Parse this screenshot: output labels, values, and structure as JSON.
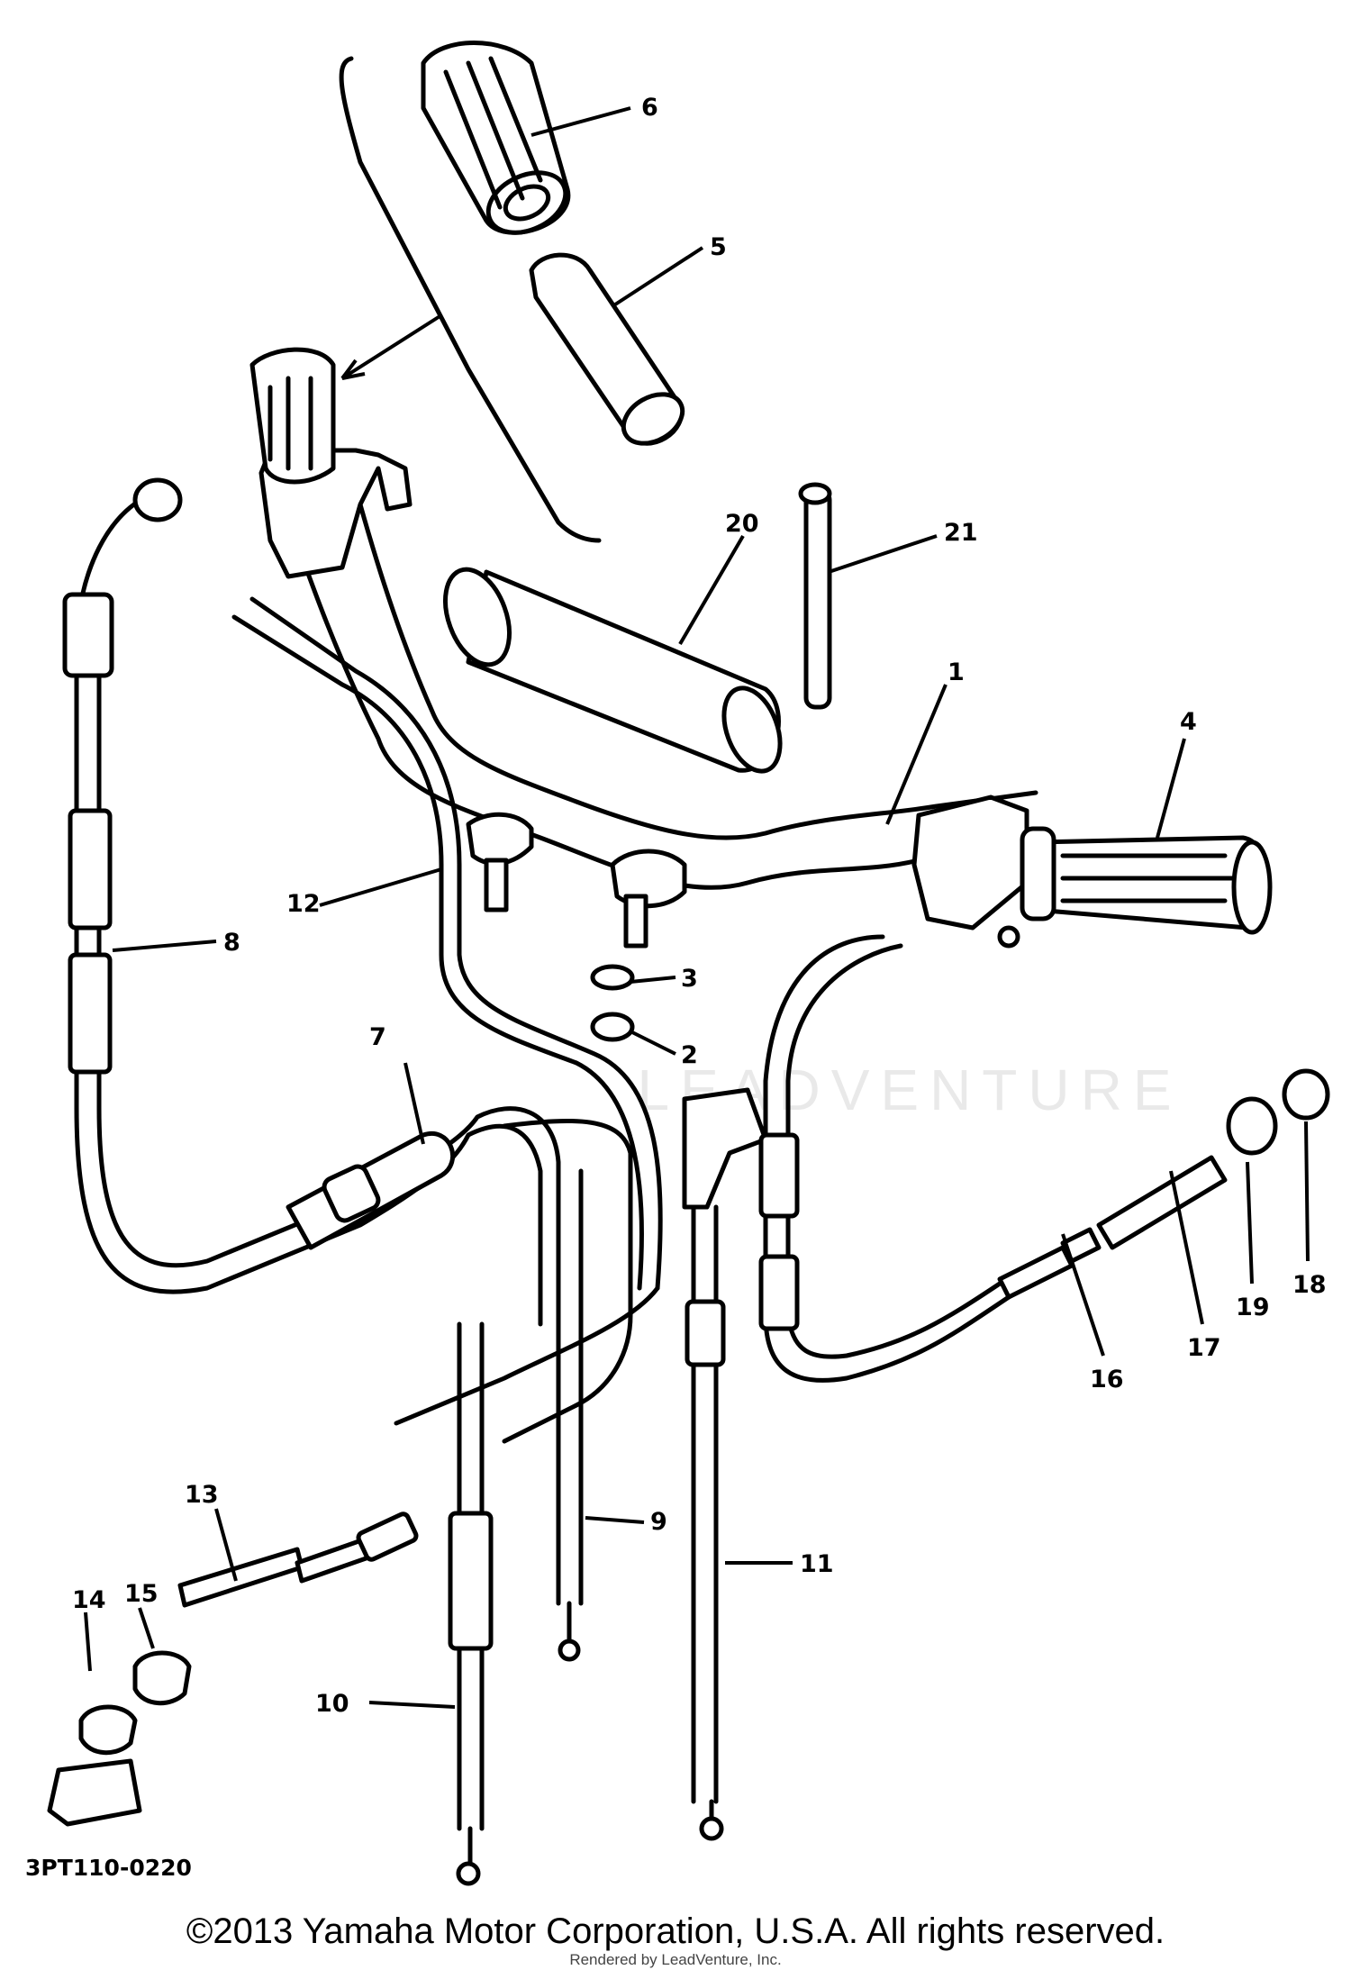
{
  "diagram": {
    "part_code": "3PT110-0220",
    "watermark": "LEADVENTURE",
    "callouts": [
      "1",
      "2",
      "3",
      "4",
      "5",
      "6",
      "7",
      "8",
      "9",
      "10",
      "11",
      "12",
      "13",
      "14",
      "15",
      "16",
      "17",
      "18",
      "19",
      "20",
      "21"
    ]
  },
  "footer": {
    "copyright": "©2013 Yamaha Motor Corporation, U.S.A. All rights reserved.",
    "rendered_by": "Rendered by LeadVenture, Inc."
  }
}
